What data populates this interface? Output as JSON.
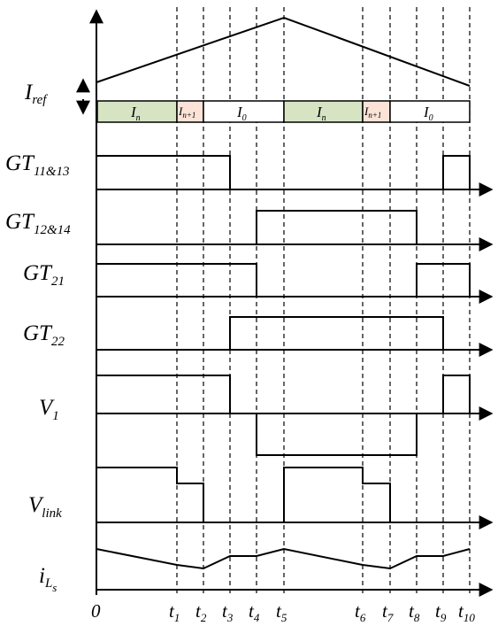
{
  "labels": {
    "iref": {
      "main": "I",
      "sub": "ref"
    },
    "gt1113": {
      "main": "GT",
      "sub": "11&13"
    },
    "gt1214": {
      "main": "GT",
      "sub": "12&14"
    },
    "gt21": {
      "main": "GT",
      "sub": "21"
    },
    "gt22": {
      "main": "GT",
      "sub": "22"
    },
    "v1": {
      "main": "V",
      "sub": "1"
    },
    "vlink": {
      "main": "V",
      "sub": "link"
    },
    "ils": {
      "main": "i",
      "sub": "L",
      "subsub": "s"
    }
  },
  "segments": [
    {
      "main": "I",
      "sub": "n",
      "color": "#d6e4c4"
    },
    {
      "main": "I",
      "sub": "n+1",
      "color": "#fbe3d8"
    },
    {
      "main": "I",
      "sub": "0",
      "color": "#ffffff"
    },
    {
      "main": "I",
      "sub": "n",
      "color": "#d6e4c4"
    },
    {
      "main": "I",
      "sub": "n+1",
      "color": "#fbe3d8"
    },
    {
      "main": "I",
      "sub": "0",
      "color": "#ffffff"
    }
  ],
  "ticks": {
    "t0": {
      "main": "0",
      "sub": ""
    },
    "t1": {
      "main": "t",
      "sub": "1"
    },
    "t2": {
      "main": "t",
      "sub": "2"
    },
    "t3": {
      "main": "t",
      "sub": "3"
    },
    "t4": {
      "main": "t",
      "sub": "4"
    },
    "t5": {
      "main": "t",
      "sub": "5"
    },
    "t6": {
      "main": "t",
      "sub": "6"
    },
    "t7": {
      "main": "t",
      "sub": "7"
    },
    "t8": {
      "main": "t",
      "sub": "8"
    },
    "t9": {
      "main": "t",
      "sub": "9"
    },
    "t10": {
      "main": "t",
      "sub": "10"
    }
  }
}
